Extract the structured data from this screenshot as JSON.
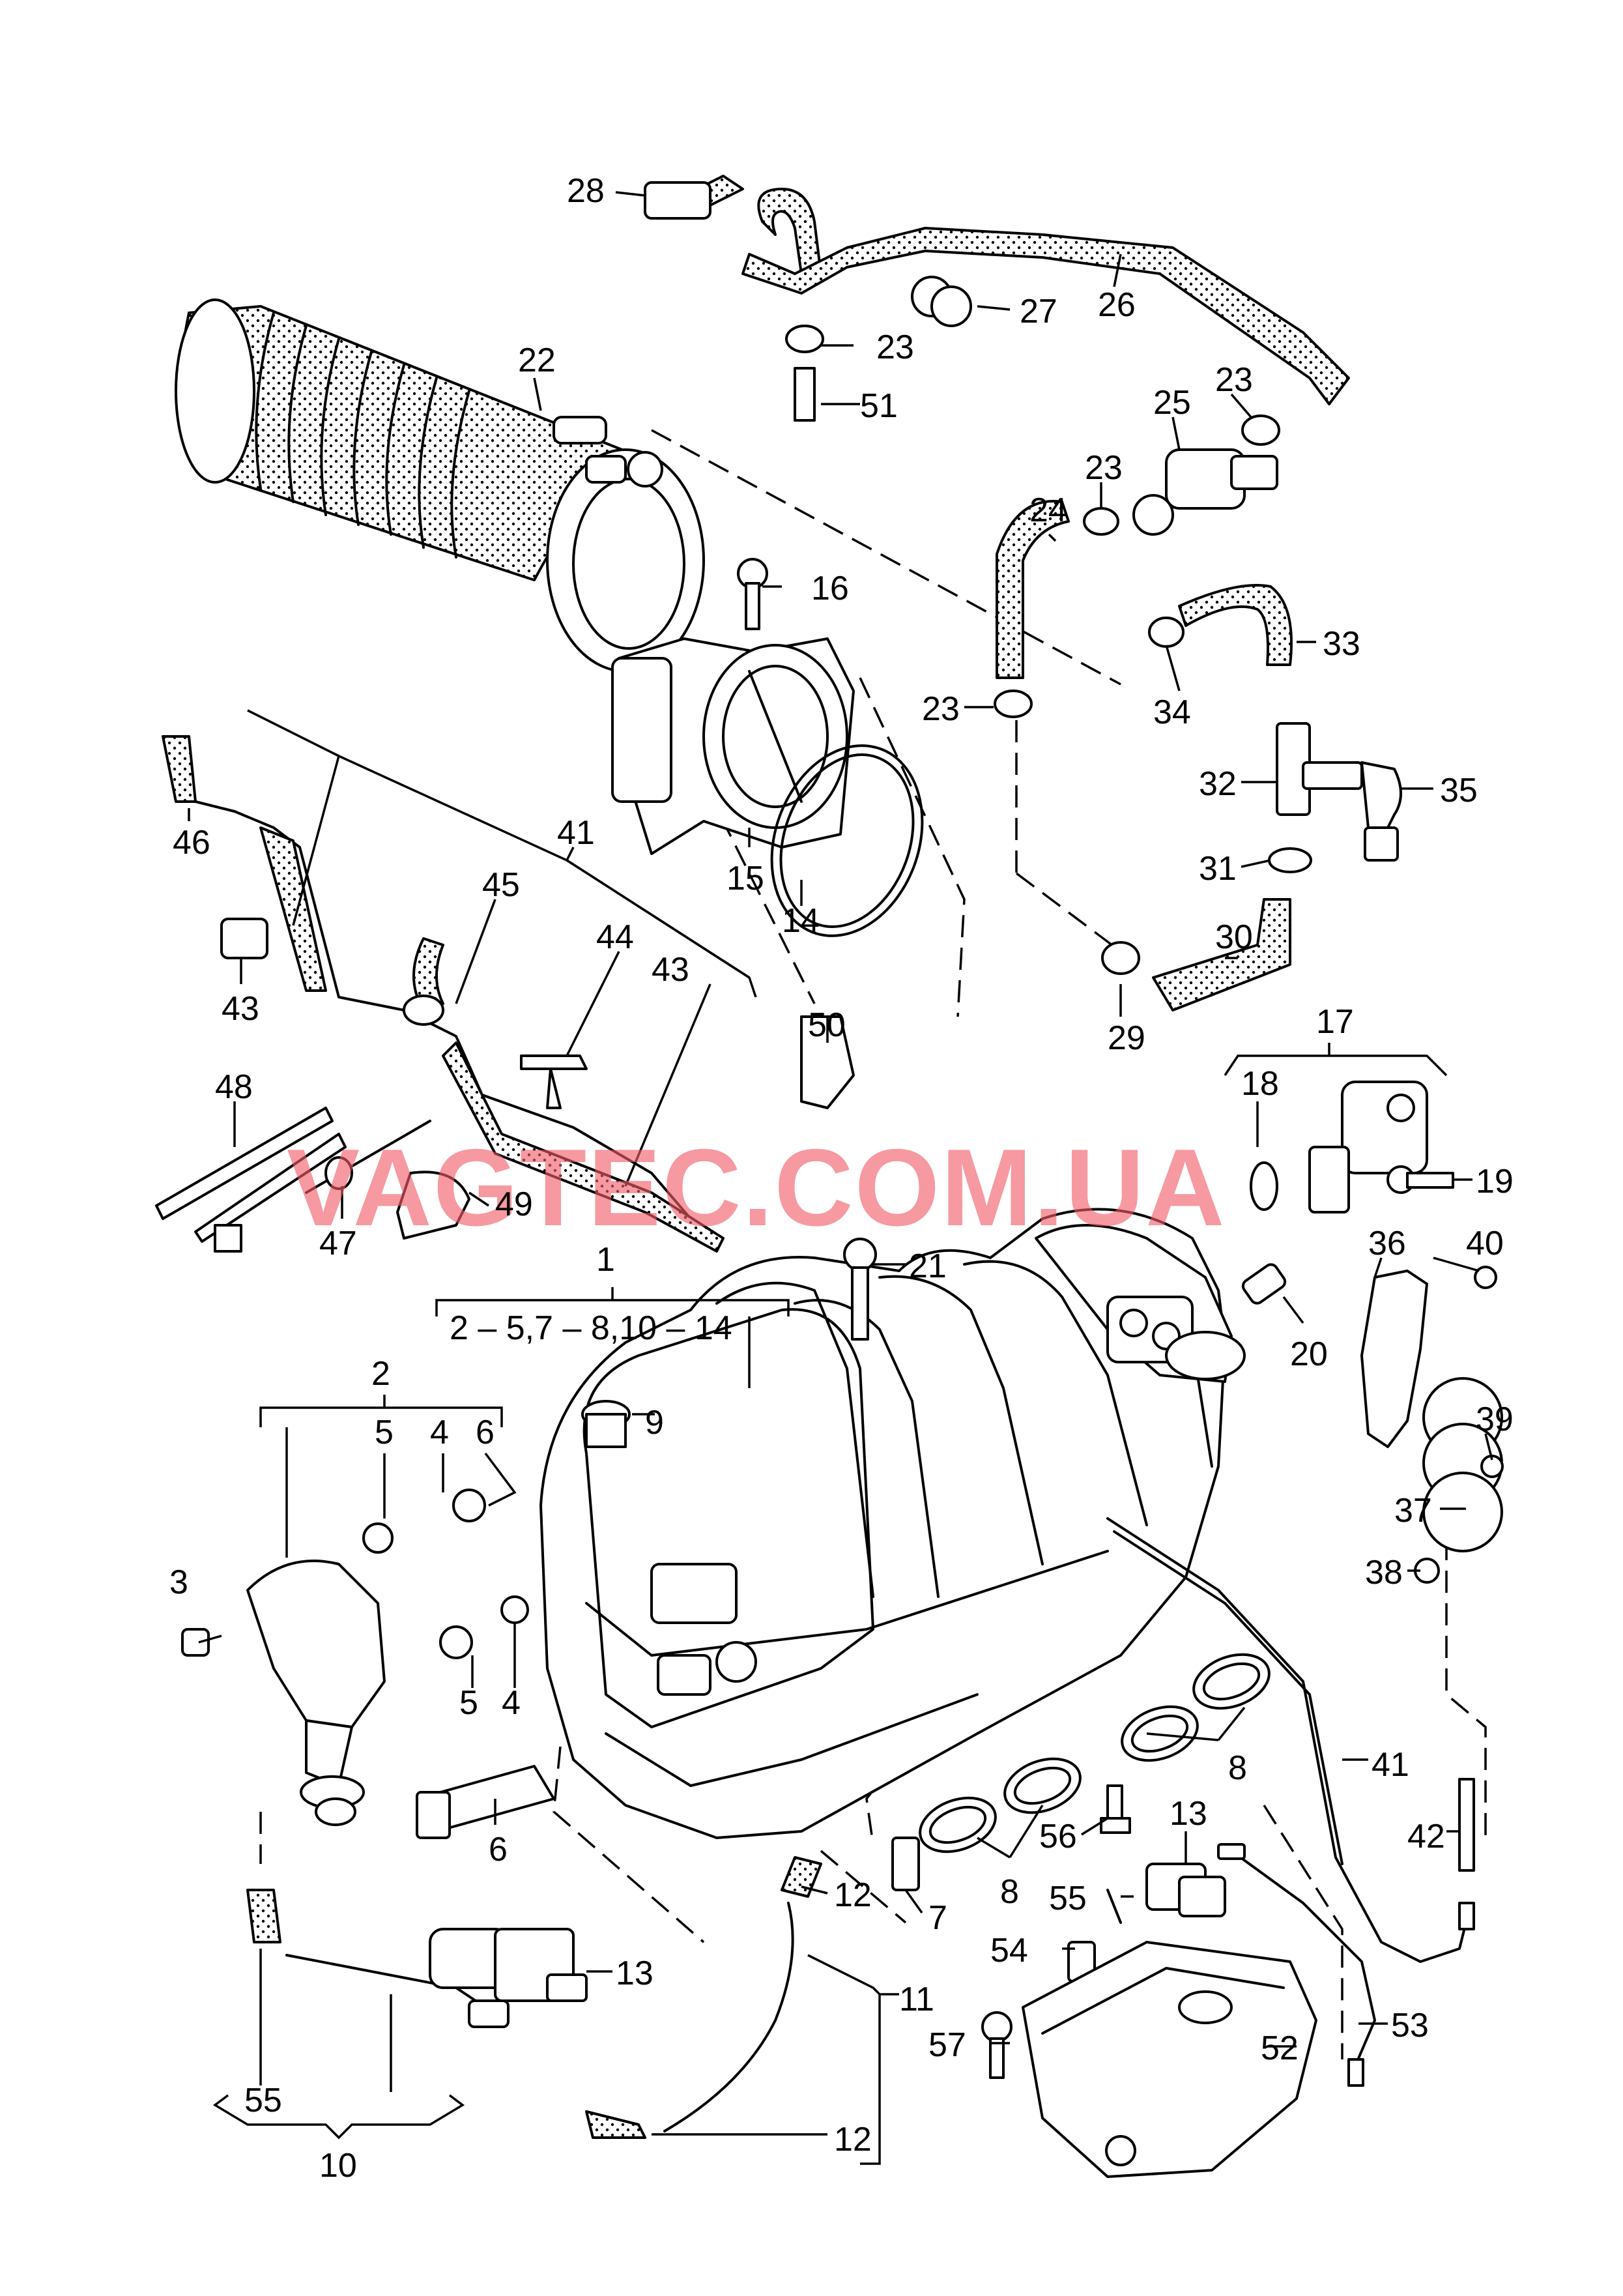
{
  "watermark": "VAGTEC.COM.UA",
  "colors": {
    "line": "#000000",
    "background": "#ffffff",
    "watermark": "#f05a66"
  },
  "callouts": {
    "c1": "1",
    "c1r": "2 – 5,7 – 8,10 – 14",
    "c2": "2",
    "c3": "3",
    "c4a": "4",
    "c4b": "4",
    "c5a": "5",
    "c5b": "5",
    "c6a": "6",
    "c6b": "6",
    "c7": "7",
    "c8a": "8",
    "c8b": "8",
    "c9": "9",
    "c10": "10",
    "c11": "11",
    "c12a": "12",
    "c12b": "12",
    "c13a": "13",
    "c13b": "13",
    "c14": "14",
    "c15": "15",
    "c16": "16",
    "c17": "17",
    "c18": "18",
    "c19": "19",
    "c20": "20",
    "c21": "21",
    "c22": "22",
    "c23a": "23",
    "c23b": "23",
    "c23c": "23",
    "c23d": "23",
    "c24": "24",
    "c25": "25",
    "c26": "26",
    "c27": "27",
    "c28": "28",
    "c29": "29",
    "c30": "30",
    "c31": "31",
    "c32": "32",
    "c33": "33",
    "c34": "34",
    "c35": "35",
    "c36": "36",
    "c37": "37",
    "c38": "38",
    "c39": "39",
    "c40": "40",
    "c41a": "41",
    "c41b": "41",
    "c42": "42",
    "c43a": "43",
    "c43b": "43",
    "c44": "44",
    "c45": "45",
    "c46": "46",
    "c47": "47",
    "c48": "48",
    "c49": "49",
    "c50": "50",
    "c51": "51",
    "c52": "52",
    "c53": "53",
    "c54": "54",
    "c55a": "55",
    "c55b": "55",
    "c56": "56",
    "c57": "57"
  }
}
